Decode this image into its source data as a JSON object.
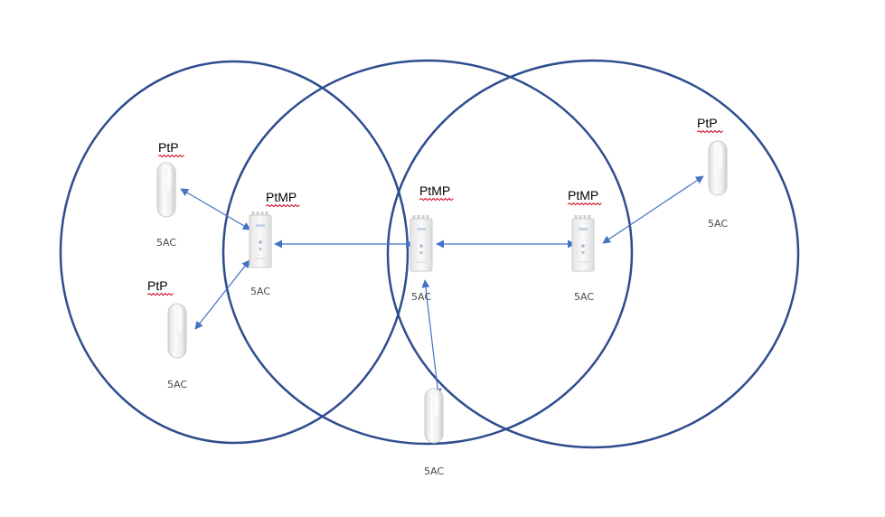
{
  "colors": {
    "coverage_ring": "#2e4d8f",
    "link_arrow": "#4472c4",
    "device_body": "#f2f2f2",
    "spellcheck_underline": "#d0021b"
  },
  "coverage_rings": [
    {
      "id": "left"
    },
    {
      "id": "center"
    },
    {
      "id": "right"
    }
  ],
  "nodes": [
    {
      "id": "ptp-left-top",
      "role_label": "PtP",
      "model_label": "5AC",
      "device": "ptp-cylinder"
    },
    {
      "id": "ptp-left-bottom",
      "role_label": "PtP",
      "model_label": "5AC",
      "device": "ptp-cylinder"
    },
    {
      "id": "ptmp-left",
      "role_label": "PtMP",
      "model_label": "5AC",
      "device": "ptmp-sector"
    },
    {
      "id": "ptmp-center",
      "role_label": "PtMP",
      "model_label": "5AC",
      "device": "ptmp-sector"
    },
    {
      "id": "ptmp-right",
      "role_label": "PtMP",
      "model_label": "5AC",
      "device": "ptmp-sector"
    },
    {
      "id": "ptp-right",
      "role_label": "PtP",
      "model_label": "5AC",
      "device": "ptp-cylinder"
    },
    {
      "id": "ptp-bottom",
      "role_label": "",
      "model_label": "5AC",
      "device": "ptp-cylinder"
    }
  ],
  "links": [
    {
      "from": "ptmp-left",
      "to": "ptp-left-top",
      "style": "bidirectional"
    },
    {
      "from": "ptmp-left",
      "to": "ptp-left-bottom",
      "style": "bidirectional"
    },
    {
      "from": "ptmp-left",
      "to": "ptmp-center",
      "style": "bidirectional"
    },
    {
      "from": "ptmp-center",
      "to": "ptmp-right",
      "style": "bidirectional"
    },
    {
      "from": "ptmp-right",
      "to": "ptp-right",
      "style": "bidirectional"
    },
    {
      "from": "ptmp-center",
      "to": "ptp-bottom",
      "style": "bidirectional"
    }
  ]
}
